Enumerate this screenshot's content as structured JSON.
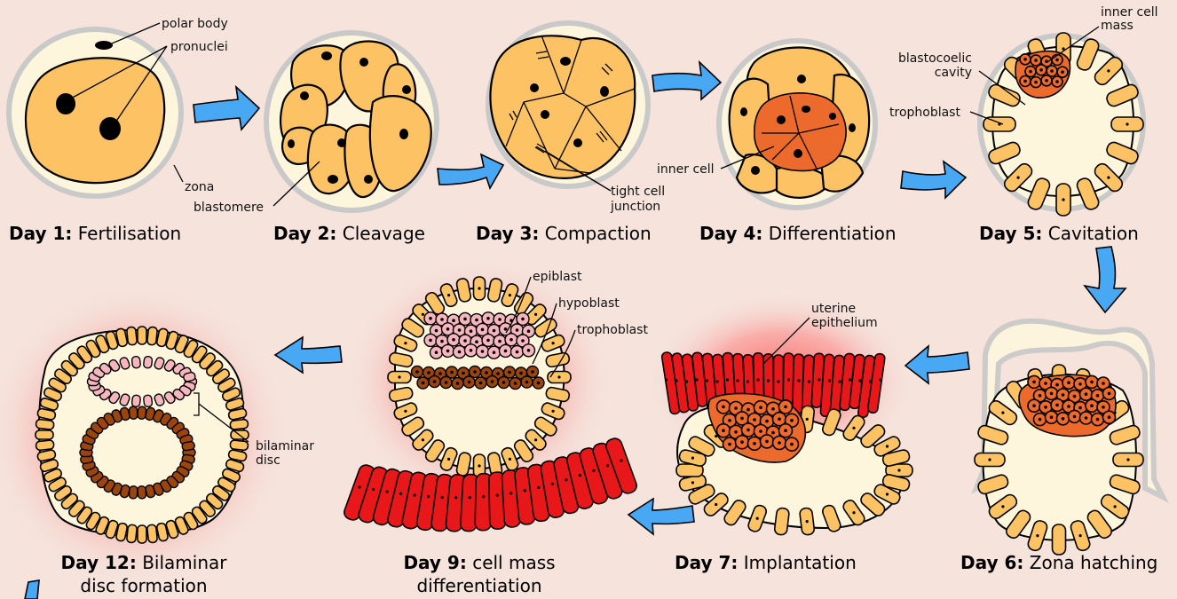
{
  "stages": [
    {
      "day": "Day 1:",
      "name": "Fertilisation"
    },
    {
      "day": "Day 2:",
      "name": "Cleavage"
    },
    {
      "day": "Day 3:",
      "name": "Compaction"
    },
    {
      "day": "Day 4:",
      "name": "Differentiation"
    },
    {
      "day": "Day 5:",
      "name": "Cavitation"
    },
    {
      "day": "Day 6:",
      "name": "Zona hatching"
    },
    {
      "day": "Day 7:",
      "name": "Implantation"
    },
    {
      "day": "Day 9:",
      "name": "cell mass",
      "name2": "differentiation"
    },
    {
      "day": "Day 12:",
      "name": "Bilaminar",
      "name2": "disc formation"
    }
  ],
  "labels": {
    "polar_body": "polar body",
    "pronuclei": "pronuclei",
    "zona": "zona",
    "blastomere": "blastomere",
    "tight_cell_1": "tight cell",
    "tight_cell_2": "junction",
    "inner_cell": "inner cell",
    "inner_cell_mass_1": "inner cell",
    "inner_cell_mass_2": "mass",
    "blastocoelic_1": "blastocoelic",
    "blastocoelic_2": "cavity",
    "trophoblast_d5": "trophoblast",
    "uterine_1": "uterine",
    "uterine_2": "epithelium",
    "epiblast": "epiblast",
    "hypoblast": "hypoblast",
    "trophoblast_d9": "trophoblast",
    "bilaminar_1": "bilaminar",
    "bilaminar_2": "disc"
  },
  "colors": {
    "background": "#f5e3dc",
    "blastomere": "#fcc263",
    "inner_cell": "#ec6a2c",
    "uterine": "#e8171a",
    "epiblast": "#f7b6bd",
    "hypoblast": "#9a4410",
    "arrow": "#49a8f4",
    "cavity": "#fdf6dd",
    "zona": "#c9c9c9"
  }
}
